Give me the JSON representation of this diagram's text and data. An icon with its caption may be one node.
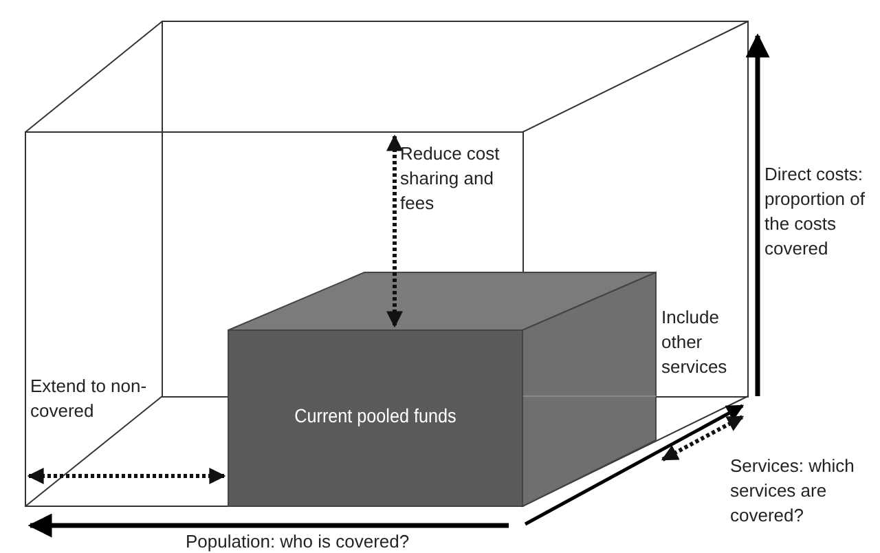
{
  "diagram": {
    "nodes": [
      {
        "text": [],
        "shape": "box"
      },
      {
        "text": [
          "Current pooled funds"
        ]
      }
    ],
    "edges": [
      {
        "from": 0,
        "to": 1,
        "arrow": "both",
        "style": "dashed",
        "label": "Extend to non-covered"
      },
      {
        "from": 0,
        "to": 1,
        "arrow": "both",
        "style": "dashed",
        "label": "Reduce cost sharing and fees"
      },
      {
        "from": 1,
        "to": 0,
        "arrow": "both",
        "style": "dashed",
        "label": "Include other services"
      }
    ],
    "labels": [
      "Direct costs: proportion of the costs covered",
      "Services: which services are covered?",
      "Population: who is covered?"
    ]
  }
}
